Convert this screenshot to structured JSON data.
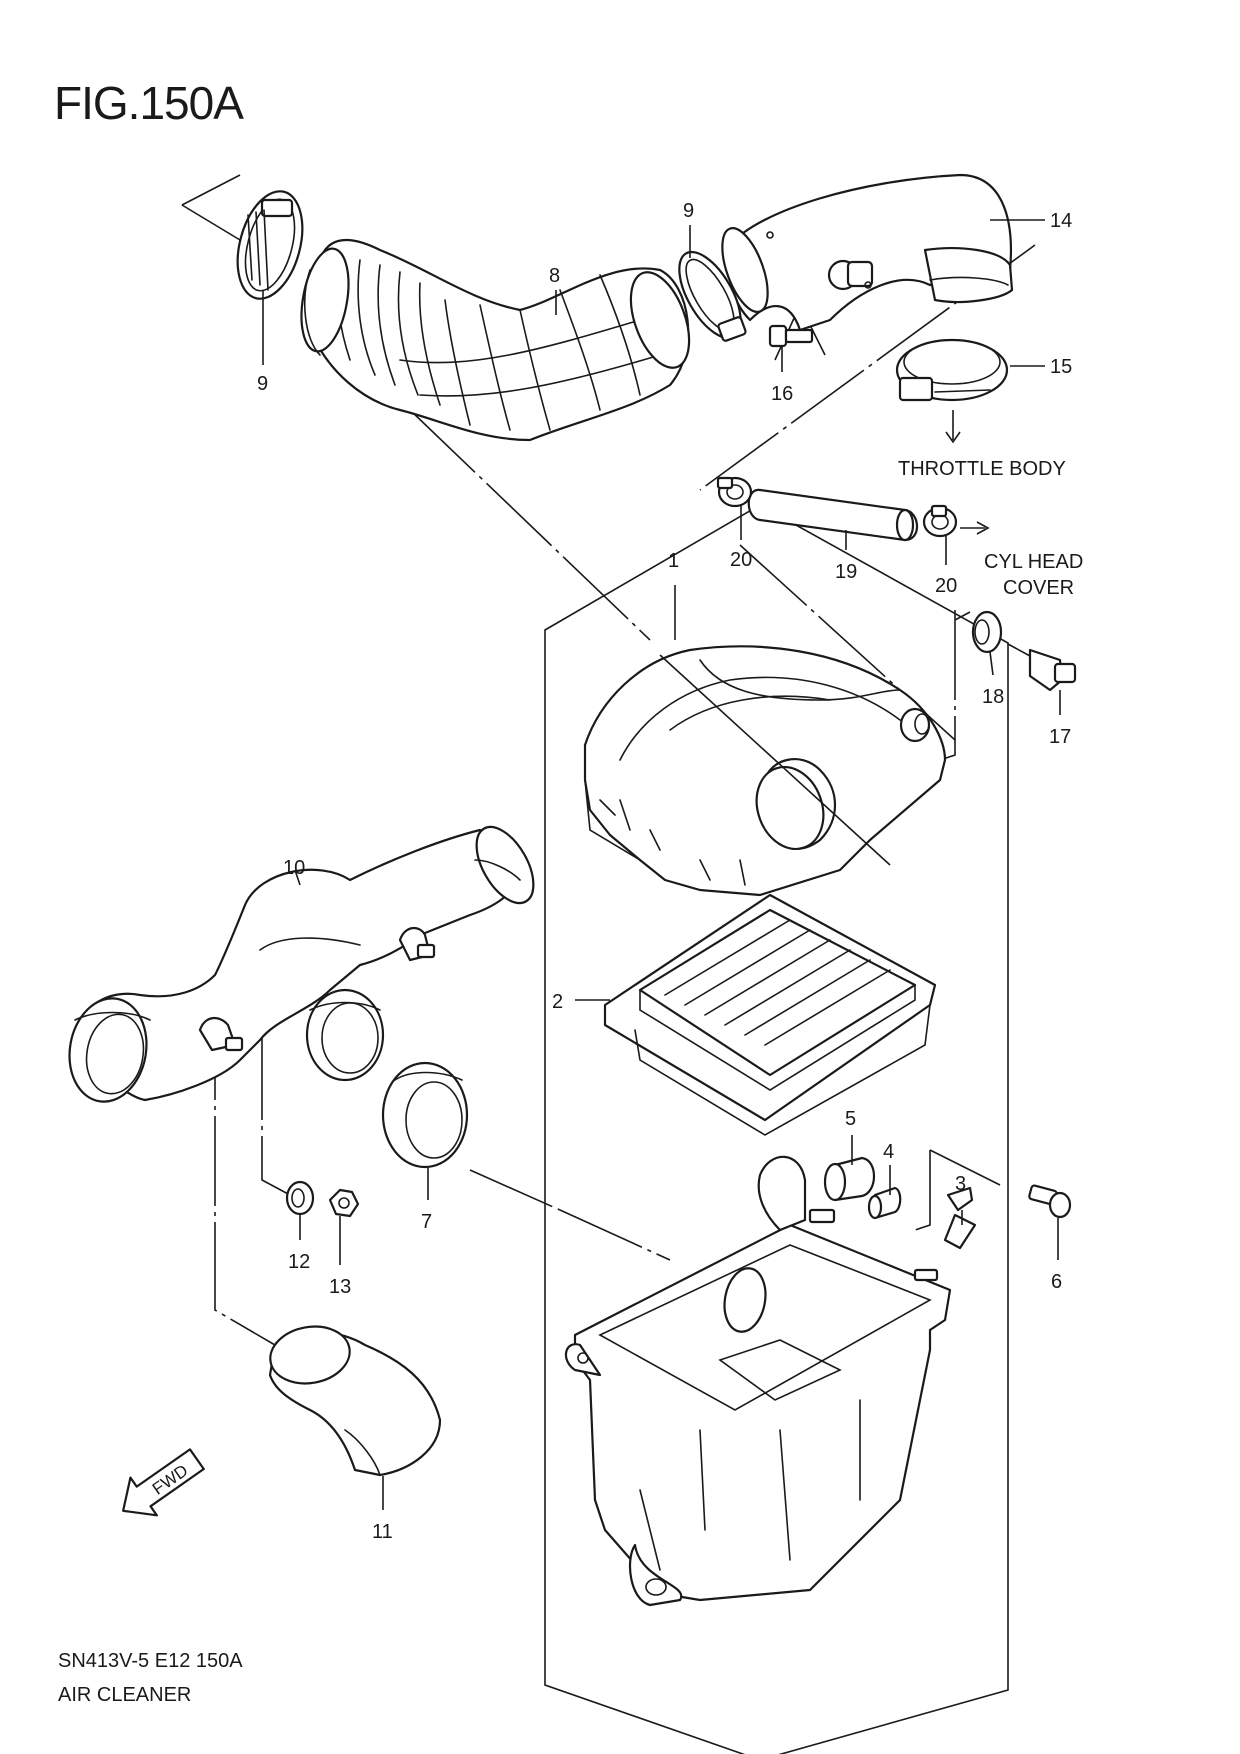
{
  "figure": {
    "title": "FIG.150A"
  },
  "footer": {
    "code": "SN413V-5 E12 150A",
    "name": "AIR CLEANER"
  },
  "destinations": {
    "throttle_body": "THROTTLE BODY",
    "cyl_head_line1": "CYL HEAD",
    "cyl_head_line2": "COVER"
  },
  "callouts": [
    {
      "id": "c1",
      "label": "1"
    },
    {
      "id": "c2",
      "label": "2"
    },
    {
      "id": "c3",
      "label": "3"
    },
    {
      "id": "c4",
      "label": "4"
    },
    {
      "id": "c5",
      "label": "5"
    },
    {
      "id": "c6",
      "label": "6"
    },
    {
      "id": "c7",
      "label": "7"
    },
    {
      "id": "c8",
      "label": "8"
    },
    {
      "id": "c9a",
      "label": "9"
    },
    {
      "id": "c9b",
      "label": "9"
    },
    {
      "id": "c10",
      "label": "10"
    },
    {
      "id": "c11",
      "label": "11"
    },
    {
      "id": "c12",
      "label": "12"
    },
    {
      "id": "c13",
      "label": "13"
    },
    {
      "id": "c14",
      "label": "14"
    },
    {
      "id": "c15",
      "label": "15"
    },
    {
      "id": "c16",
      "label": "16"
    },
    {
      "id": "c17",
      "label": "17"
    },
    {
      "id": "c18",
      "label": "18"
    },
    {
      "id": "c19",
      "label": "19"
    },
    {
      "id": "c20a",
      "label": "20"
    },
    {
      "id": "c20b",
      "label": "20"
    }
  ],
  "fwd_arrow": {
    "label": "FWD"
  }
}
